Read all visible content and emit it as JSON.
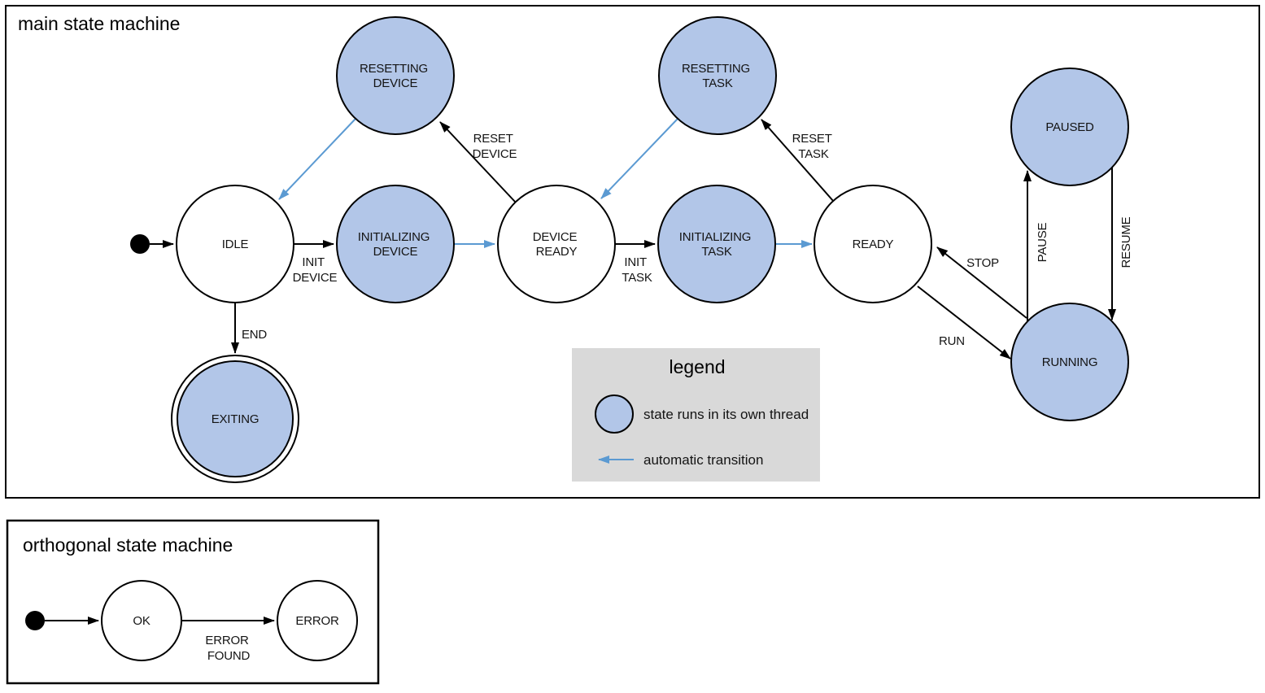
{
  "colors": {
    "thread_state_fill": "#b2c6e8",
    "auto_transition": "#5b9ad2",
    "legend_background": "#d9d9d9"
  },
  "main": {
    "title": "main state machine",
    "states": {
      "idle": {
        "label": "IDLE"
      },
      "resetting_device": {
        "lines": [
          "RESETTING",
          "DEVICE"
        ]
      },
      "initializing_device": {
        "lines": [
          "INITIALIZING",
          "DEVICE"
        ]
      },
      "device_ready": {
        "lines": [
          "DEVICE",
          "READY"
        ]
      },
      "resetting_task": {
        "lines": [
          "RESETTING",
          "TASK"
        ]
      },
      "initializing_task": {
        "lines": [
          "INITIALIZING",
          "TASK"
        ]
      },
      "ready": {
        "label": "READY"
      },
      "paused": {
        "label": "PAUSED"
      },
      "running": {
        "label": "RUNNING"
      },
      "exiting": {
        "label": "EXITING"
      }
    },
    "transitions": {
      "init_device": {
        "lines": [
          "INIT",
          "DEVICE"
        ]
      },
      "reset_device": {
        "lines": [
          "RESET",
          "DEVICE"
        ]
      },
      "init_task": {
        "lines": [
          "INIT",
          "TASK"
        ]
      },
      "reset_task": {
        "lines": [
          "RESET",
          "TASK"
        ]
      },
      "end": {
        "label": "END"
      },
      "run": {
        "label": "RUN"
      },
      "stop": {
        "label": "STOP"
      },
      "pause": {
        "label": "PAUSE"
      },
      "resume": {
        "label": "RESUME"
      }
    }
  },
  "legend": {
    "title": "legend",
    "thread_item": "state runs in its own thread",
    "auto_item": "automatic transition"
  },
  "orthogonal": {
    "title": "orthogonal state machine",
    "states": {
      "ok": {
        "label": "OK"
      },
      "error": {
        "label": "ERROR"
      }
    },
    "transitions": {
      "error_found": {
        "lines": [
          "ERROR",
          "FOUND"
        ]
      }
    }
  }
}
